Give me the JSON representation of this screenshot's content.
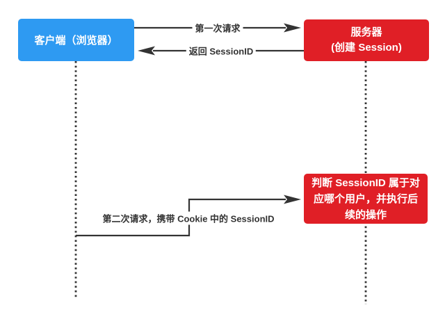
{
  "diagram": {
    "nodes": {
      "client": {
        "label": "客户端（浏览器）"
      },
      "server": {
        "line1": "服务器",
        "line2": "(创建 Session)"
      },
      "process": {
        "line1": "判断 SessionID 属于对",
        "line2": "应哪个用户，并执行后",
        "line3": "续的操作"
      }
    },
    "edges": {
      "first_request": {
        "label": "第一次请求"
      },
      "return_session": {
        "label": "返回 SessionID"
      },
      "second_request": {
        "label": "第二次请求，携带 Cookie 中的 SessionID"
      }
    },
    "colors": {
      "client_blue": "#2E9AF2",
      "server_red": "#E01F26",
      "line": "#333333"
    }
  }
}
